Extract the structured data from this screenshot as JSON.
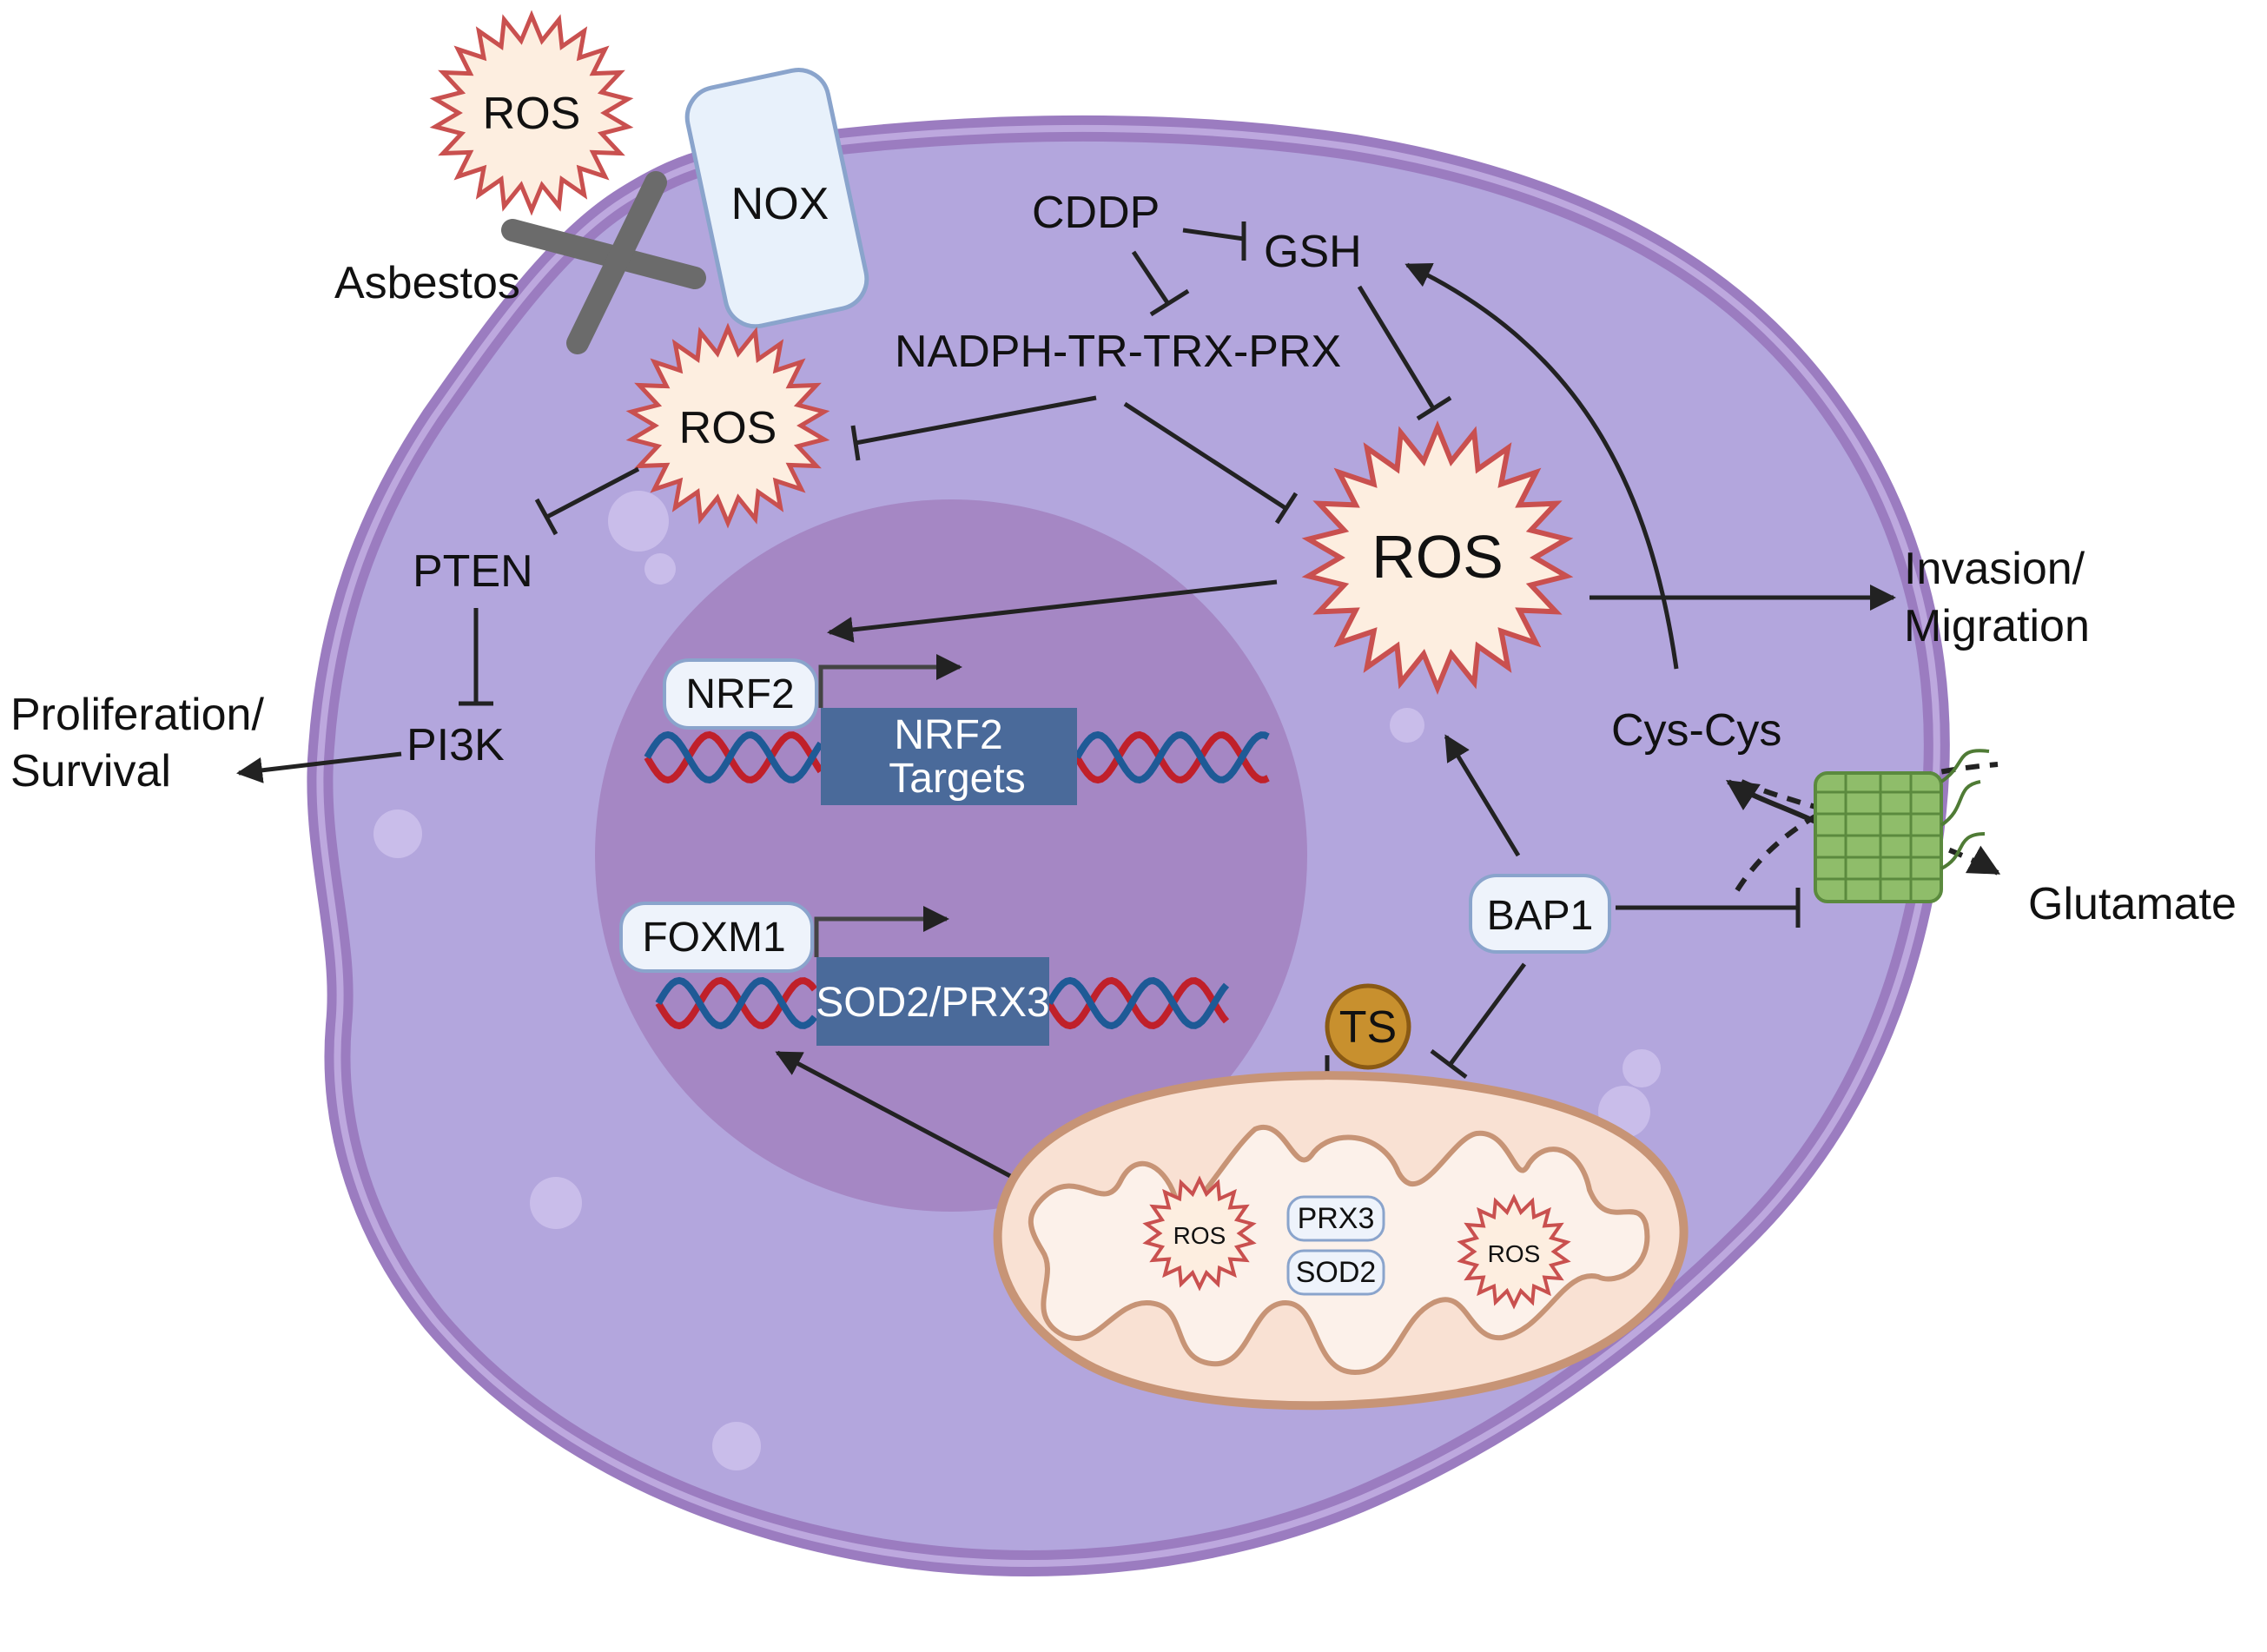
{
  "labels": {
    "ros_outside": "ROS",
    "nox": "NOX",
    "asbestos": "Asbestos",
    "cddp": "CDDP",
    "gsh": "GSH",
    "nadph": "NADPH-TR-TRX-PRX",
    "ros_cyto": "ROS",
    "ros_main": "ROS",
    "pten": "PTEN",
    "pi3k": "PI3K",
    "proliferation_line1": "Proliferation/",
    "proliferation_line2": "Survival",
    "invasion_line1": "Invasion/",
    "invasion_line2": "Migration",
    "cys_cys": "Cys-Cys",
    "glutamate": "Glutamate",
    "bap1": "BAP1",
    "ts": "TS",
    "nrf2": "NRF2",
    "nrf2_targets_line1": "NRF2",
    "nrf2_targets_line2": "Targets",
    "foxm1": "FOXM1",
    "sod2_prx3": "SOD2/PRX3",
    "prx3": "PRX3",
    "sod2": "SOD2",
    "ros_mito_left": "ROS",
    "ros_mito_right": "ROS"
  },
  "colors": {
    "cell_membrane": "#9b7cc0",
    "cytoplasm": "#b3a6dd",
    "nucleus": "#a587c4",
    "ros_fill": "#fdeee0",
    "ros_stroke": "#c9504f",
    "gene_box": "#4a6a9a",
    "protein_box": "#eef3fb",
    "mito_fill": "#f9e1d3",
    "mito_stroke": "#c79476",
    "ts_fill": "#c8902e",
    "dna_red": "#c0202a",
    "dna_blue": "#1e5a96",
    "transporter": "#8fbd6a",
    "arrow": "#222222"
  }
}
